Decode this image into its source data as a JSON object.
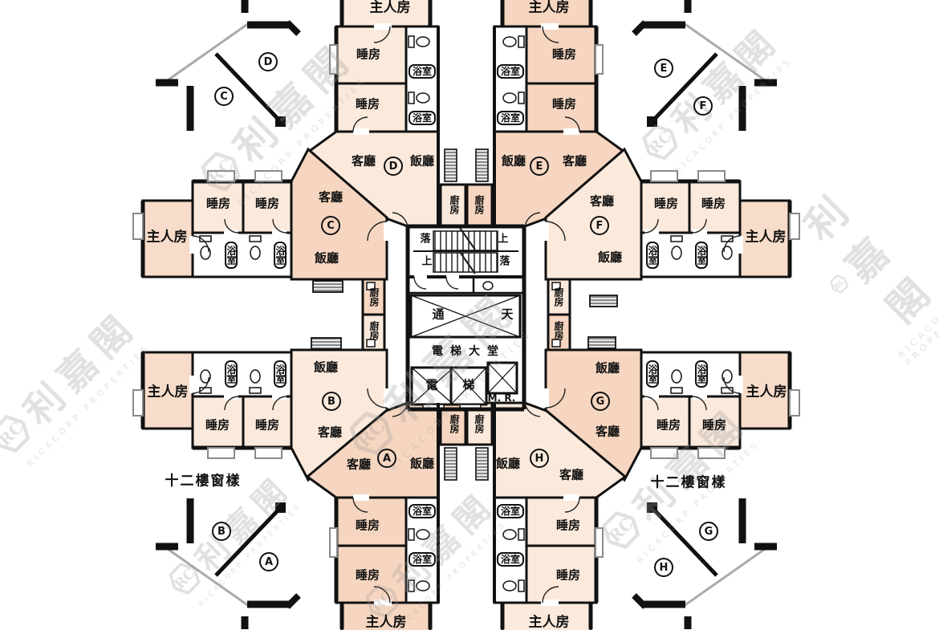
{
  "plan": {
    "type": "residential-floor-plan",
    "floor_note": "十二樓窗樣"
  },
  "labels": {
    "master": "主人房",
    "bedroom": "睡房",
    "bath": "浴室",
    "living": "客廳",
    "dining": "飯廳",
    "kitchen": "廚房",
    "lobby": "電梯大堂",
    "lift_left": "電",
    "lift_right": "梯",
    "machine_room": "M. R.",
    "up": "上",
    "down": "落",
    "through": "通",
    "sky": "天",
    "window_note": "十二樓窗樣"
  },
  "units": {
    "a": "A",
    "b": "B",
    "c": "C",
    "d": "D",
    "e": "E",
    "f": "F",
    "g": "G",
    "h": "H"
  },
  "watermark": {
    "logo": "RC",
    "name_cn": "利嘉閣",
    "name_en": "RICACORP PROPERTIES"
  },
  "colors": {
    "room_light": "#fbeadc",
    "room_medium": "#f6d6c0",
    "master_tint": "#f7dcc9",
    "wall": "#111111"
  }
}
